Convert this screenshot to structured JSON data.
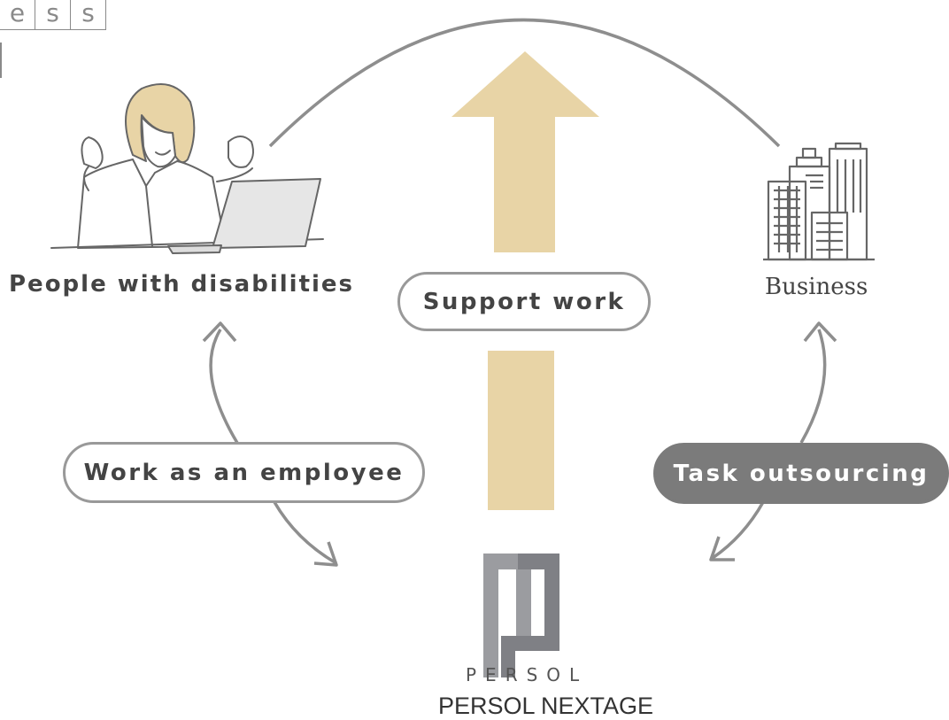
{
  "corner_text": [
    "e",
    "s",
    "s"
  ],
  "nodes": {
    "people": "People with disabilities",
    "business": "Business"
  },
  "links": {
    "support_work": "Support work",
    "work_as_employee": "Work as an employee",
    "task_outsourcing": "Task outsourcing"
  },
  "logo": {
    "wordmark": "PERSOL",
    "company": "PERSOL NEXTAGE"
  },
  "colors": {
    "arrow_fill": "#e8d4a6",
    "line_gray": "#8e8e8e",
    "dark_pill": "#7b7b7b"
  }
}
